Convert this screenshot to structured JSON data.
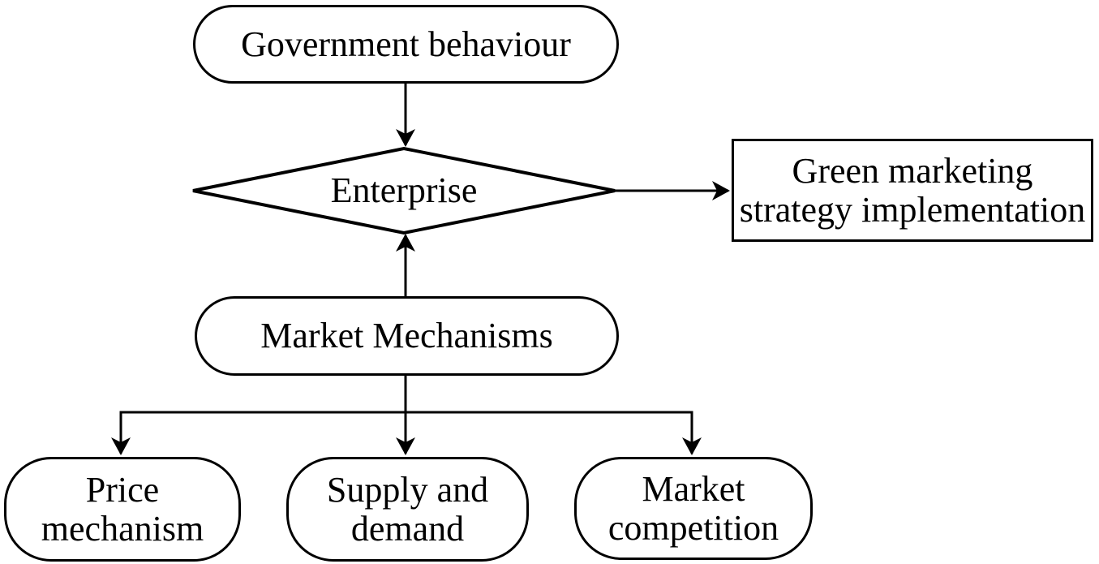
{
  "nodes": {
    "government": {
      "label": "Government behaviour",
      "shape": "stadium"
    },
    "enterprise": {
      "label": "Enterprise",
      "shape": "diamond"
    },
    "green_marketing": {
      "label": "Green marketing\nstrategy implementation",
      "shape": "rectangle"
    },
    "market_mechanisms": {
      "label": "Market Mechanisms",
      "shape": "stadium"
    },
    "price_mechanism": {
      "label": "Price\nmechanism",
      "shape": "stadium"
    },
    "supply_demand": {
      "label": "Supply and\ndemand",
      "shape": "stadium"
    },
    "market_competition": {
      "label": "Market\ncompetition",
      "shape": "stadium"
    }
  },
  "edges": [
    {
      "from": "Government behaviour",
      "to": "Enterprise",
      "arrow": "down"
    },
    {
      "from": "Market Mechanisms",
      "to": "Enterprise",
      "arrow": "up"
    },
    {
      "from": "Enterprise",
      "to": "Green marketing strategy implementation",
      "arrow": "right"
    },
    {
      "from": "Market Mechanisms",
      "to": "Price mechanism",
      "arrow": "down"
    },
    {
      "from": "Market Mechanisms",
      "to": "Supply and demand",
      "arrow": "down"
    },
    {
      "from": "Market Mechanisms",
      "to": "Market competition",
      "arrow": "down"
    }
  ],
  "colors": {
    "stroke": "#000000",
    "text": "#000000",
    "background": "#ffffff"
  }
}
